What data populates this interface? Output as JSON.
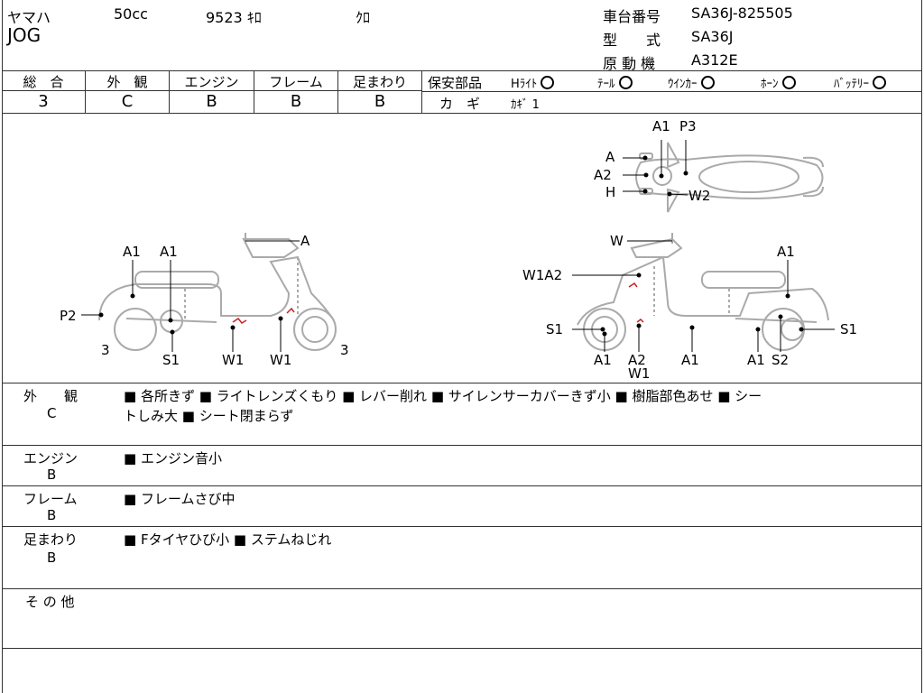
{
  "header": {
    "maker": "ヤマハ",
    "cc": "50cc",
    "mileage": "9523 ｷﾛ",
    "color": "ｸﾛ",
    "model_name": "JOG",
    "frame_no_label": "車台番号",
    "frame_no": "SA36J-825505",
    "type_label": "型　　式",
    "type_value": "SA36J",
    "engine_label": "原 動 機",
    "engine_value": "A312E"
  },
  "grades": {
    "headers": [
      "総　合",
      "外　観",
      "エンジン",
      "フレーム",
      "足まわり"
    ],
    "values": [
      "3",
      "C",
      "B",
      "B",
      "B"
    ]
  },
  "safety": {
    "label": "保安部品",
    "items": [
      "Hﾗｲﾄ",
      "ﾃｰﾙ",
      "ｳｲﾝｶｰ",
      "ﾎｰﾝ",
      "ﾊﾞｯﾃﾘｰ"
    ],
    "key_label": "カ　ギ",
    "key_value": "ｶｷﾞ 1"
  },
  "diagram": {
    "top": [
      "A1",
      "P3",
      "A",
      "A2",
      "H",
      "W2"
    ],
    "left": [
      "A1",
      "A1",
      "A",
      "P2",
      "3",
      "S1",
      "W1",
      "W1",
      "3"
    ],
    "right": [
      "W",
      "A1",
      "W1A2",
      "S1",
      "S1",
      "A1",
      "A2",
      "W1",
      "A1",
      "A1",
      "S2"
    ]
  },
  "remarks": [
    {
      "label": "外　　観",
      "grade": "C",
      "lines": [
        "■ 各所きず ■ ライトレンズくもり ■ レバー削れ ■ サイレンサーカバーきず小 ■ 樹脂部色あせ ■ シー",
        "トしみ大 ■ シート閉まらず"
      ]
    },
    {
      "label": "エンジン",
      "grade": "B",
      "lines": [
        "■ エンジン音小"
      ]
    },
    {
      "label": "フレーム",
      "grade": "B",
      "lines": [
        "■ フレームさび中"
      ]
    },
    {
      "label": "足まわり",
      "grade": "B",
      "lines": [
        "■ Fタイヤひび小 ■ ステムねじれ"
      ]
    },
    {
      "label": "そ の 他",
      "grade": "",
      "lines": []
    }
  ]
}
